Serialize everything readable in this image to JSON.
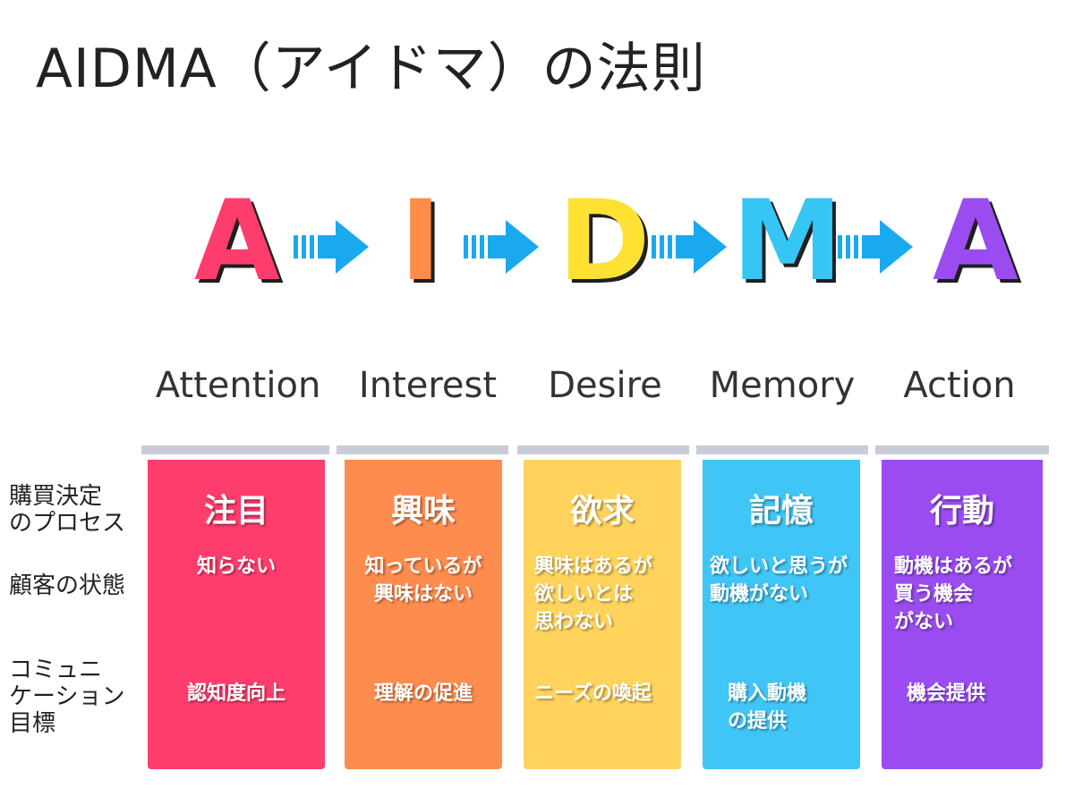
{
  "title": "AIDMA（アイドマ）の法則",
  "letters": [
    {
      "char": "A",
      "color": "#ff3d6c"
    },
    {
      "char": "I",
      "color": "#ff8c47"
    },
    {
      "char": "D",
      "color": "#ffe133"
    },
    {
      "char": "M",
      "color": "#35c6f5"
    },
    {
      "char": "A",
      "color": "#9a4cf0"
    }
  ],
  "arrow_color": "#1aa9ee",
  "words": [
    "Attention",
    "Interest",
    "Desire",
    "Memory",
    "Action"
  ],
  "row_labels": {
    "process": "購買決定\nのプロセス",
    "state": "顧客の状態",
    "goal": "コミュニ\nケーション\n目標"
  },
  "columns": [
    {
      "color": "#ff3d6c",
      "head": "注目",
      "state": "知らない",
      "goal": "認知度向上"
    },
    {
      "color": "#ff8c4f",
      "head": "興味",
      "state": "知っているが\n興味はない",
      "goal": "理解の促進"
    },
    {
      "color": "#ffd35c",
      "head": "欲求",
      "state": "興味はあるが\n欲しいとは\n思わない",
      "goal": "ニーズの喚起"
    },
    {
      "color": "#3fc6f7",
      "head": "記憶",
      "state": "欲しいと思うが\n動機がない",
      "goal": "購入動機\nの提供"
    },
    {
      "color": "#9a4cf0",
      "head": "行動",
      "state": "動機はあるが\n買う機会\nがない",
      "goal": "機会提供"
    }
  ]
}
